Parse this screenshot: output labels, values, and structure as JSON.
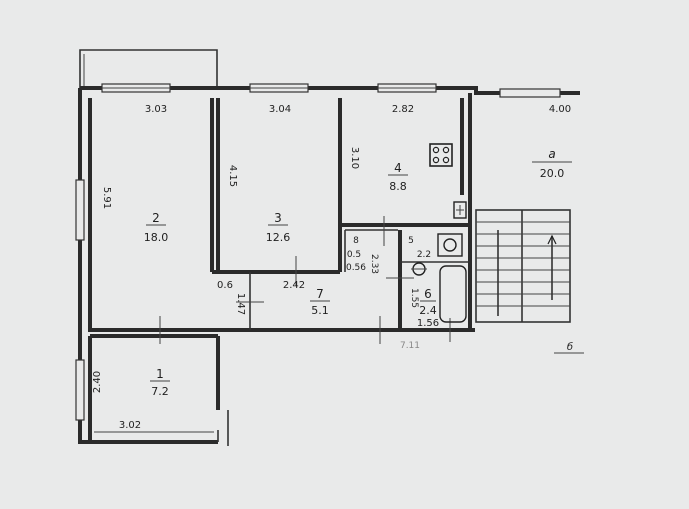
{
  "rooms": [
    {
      "number": "1",
      "area": "7.2"
    },
    {
      "number": "2",
      "area": "18.0"
    },
    {
      "number": "3",
      "area": "12.6"
    },
    {
      "number": "4",
      "area": "8.8"
    },
    {
      "number": "6",
      "area": "2.4"
    },
    {
      "number": "7",
      "area": "5.1"
    },
    {
      "number": "8",
      "area": "0.5"
    },
    {
      "number": "5",
      "area": "2.2"
    },
    {
      "number": "а",
      "area": "20.0"
    }
  ],
  "dimensions": {
    "room2_width": "3.03",
    "room3_width": "3.04",
    "room4_width": "2.82",
    "rooma_width": "4.00",
    "room2_depth": "5.91",
    "room3_depth": "4.15",
    "room4_depth": "3.10",
    "room1_width": "3.02",
    "room1_depth": "2.40",
    "corr_a": "0.6",
    "corr_b": "2.42",
    "corr_c": "1.47",
    "bath_w": "1.56",
    "bath_d": "1.55",
    "toilet_d": "0.56",
    "hall_d": "2.33"
  },
  "labels": {
    "stair_mark": "б",
    "blurred_mark": "7.11"
  }
}
